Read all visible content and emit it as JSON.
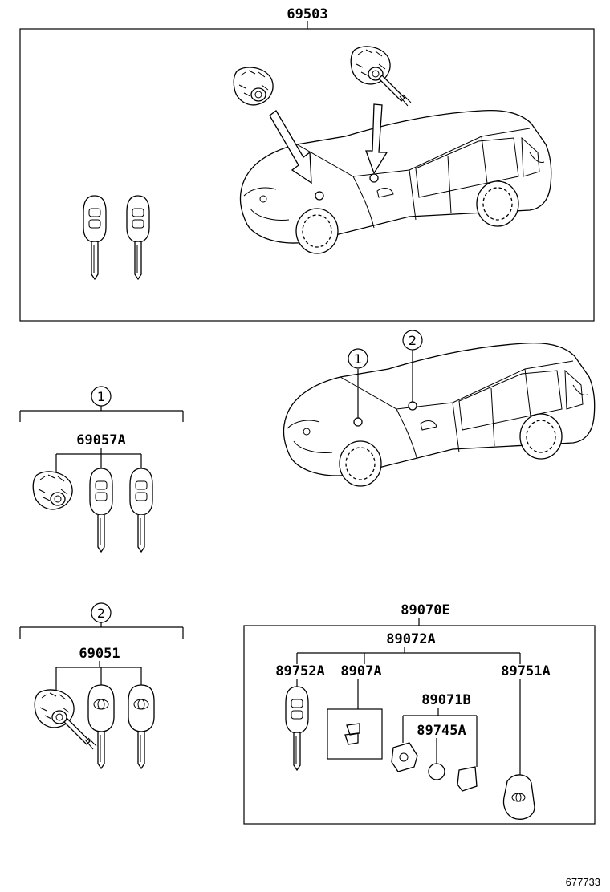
{
  "assembly_labels": {
    "top": "69503",
    "set1": "69057A",
    "set2": "69051",
    "transmitter_assy": "89070E",
    "transmitter_sub": "89072A",
    "key_left": "89752A",
    "key_mid": "8907A",
    "key_right": "89751A",
    "cover": "89071B",
    "battery": "89745A"
  },
  "callouts": {
    "one": "1",
    "two": "2"
  },
  "figure_number": "677733"
}
